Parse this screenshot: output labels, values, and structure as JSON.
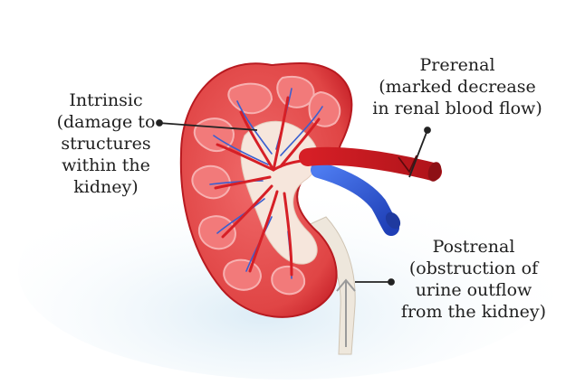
{
  "labels": {
    "intrinsic": [
      "Intrinsic",
      "(damage to",
      "structures",
      "within the",
      "kidney)"
    ],
    "prerenal": [
      "Prerenal",
      "(marked decrease",
      "in renal blood flow)"
    ],
    "postrenal": [
      "Postrenal",
      "(obstruction of",
      "urine outflow",
      "from the kidney)"
    ]
  },
  "colors": {
    "cortex": "#e04545",
    "cortex_dark": "#c8232a",
    "pyramid": "#f27a7a",
    "pelvis": "#f6e6dc",
    "artery": "#d61f26",
    "vein": "#2c56d6",
    "ureter": "#eee7dc",
    "leader": "#222222",
    "text": "#1f1f1f"
  }
}
